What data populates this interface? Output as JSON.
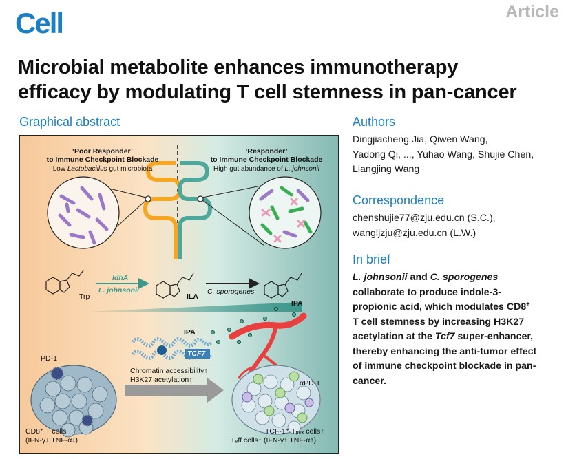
{
  "header": {
    "journal_logo": "Cell",
    "article_type": "Article"
  },
  "title_lines": [
    "Microbial metabolite enhances immunotherapy",
    "efficacy by modulating T cell stemness in pan-cancer"
  ],
  "graphical_abstract": {
    "heading": "Graphical abstract",
    "left_panel": {
      "title_line1": "‘Poor Responder’",
      "title_line2": "to Immune Checkpoint Blockade",
      "subtitle_pre": "Low ",
      "subtitle_ital": "Lactobacillus",
      "subtitle_post": " gut microbiota"
    },
    "right_panel": {
      "title_line1": "‘Responder’",
      "title_line2": "to Immune Checkpoint Blockade",
      "subtitle_pre": "High gut abundance of ",
      "subtitle_ital": "L. johnsonii"
    },
    "pathway": {
      "trp": "Trp",
      "enzyme": "ldhA",
      "organism1": "L. johnsonii",
      "intermediate": "ILA",
      "organism2": "C. sporogenes",
      "product": "IPA",
      "ipa_label": "IPA"
    },
    "labels": {
      "pd1": "PD-1",
      "tcf7": "TCF7",
      "chromatin": "Chromatin accessibility",
      "h3k27": "H3K27 acetylation",
      "apd1": "αPD-1",
      "cd8_line1": "CD8⁺ T cells",
      "cd8_line2": "(IFN-γ↓ TNF-α↓)",
      "tpex": "TCF-1⁺ Tₚₑₓ cells↑",
      "teff": "Tₑff cells↑ (IFN-γ↑ TNF-α↑)"
    }
  },
  "authors": {
    "heading": "Authors",
    "lines": [
      "Dingjiacheng Jia, Qiwen Wang,",
      "Yadong Qi, ..., Yuhao Wang, Shujie Chen,",
      "Liangjing Wang"
    ]
  },
  "correspondence": {
    "heading": "Correspondence",
    "emails": [
      "chenshujie77@zju.edu.cn (S.C.),",
      "wangljzju@zju.edu.cn (L.W.)"
    ]
  },
  "in_brief": {
    "heading": "In brief",
    "line1_ital_a": "L. johnsonii",
    "line1_mid": " and ",
    "line1_ital_b": "C. sporogenes",
    "line2": "collaborate to produce indole-3-",
    "line3_pre": "propionic acid, which modulates CD8",
    "line3_sup": "+",
    "line4": "T cell stemness by increasing H3K27",
    "line5_pre": "acetylation at the ",
    "line5_ital": "Tcf7",
    "line5_post": " super-enhancer,",
    "line6": "thereby enhancing the anti-tumor effect",
    "line7": "of immune checkpoint blockade in pan-",
    "line8": "cancer."
  },
  "colors": {
    "brand_blue": "#1b7fc4",
    "article_gray": "#b8b8b8",
    "gut_left_orange": "#f5a623",
    "gut_right_teal": "#4fa79c",
    "bacteria_purple": "#9b79c8",
    "bacteria_green": "#3aae53",
    "bacteria_pink": "#e89ab8",
    "vessel_red": "#e8403f"
  }
}
